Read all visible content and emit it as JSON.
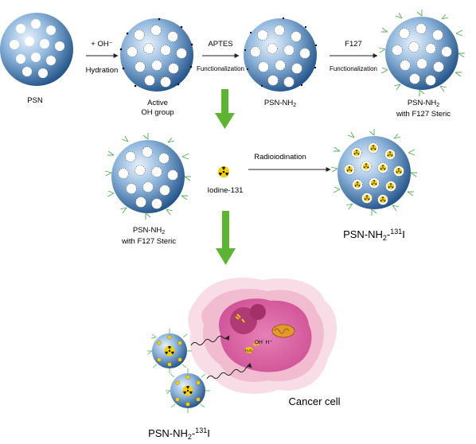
{
  "labels": {
    "psn": "PSN",
    "plus_oh": "+ OH⁻",
    "hydration": "Hydration",
    "active": "Active",
    "oh_group": "OH group",
    "aptes": "APTES",
    "functionalization_1": "Functionalization",
    "psn_nh2_a": "PSN-NH",
    "sub2": "2",
    "f127": "F127",
    "functionalization_2": "Functionalization",
    "psn_nh2_b": "PSN-NH",
    "with_f127_steric": "with F127 Steric",
    "psn_nh2_c": "PSN-NH",
    "with_f127_steric_2": "with F127 Steric",
    "iodine": "Iodine-131",
    "radioiodination": "Radioiodination",
    "product_prefix": "PSN-NH",
    "product_dash": "-",
    "product_sup": "131",
    "product_suffix": "I",
    "cancer_cell": "Cancer cell",
    "oh_h": "OH˙ H⁺",
    "h2o2": "H₂O₂",
    "bottom_prefix": "PSN-NH",
    "bottom_sup": "131",
    "bottom_suffix": "I"
  },
  "colors": {
    "sphere_light": "#d7e8f6",
    "sphere_dark": "#1d4f86",
    "arrow_green": "#5cb531",
    "cell_outer": "#f7d6e0",
    "cell_inner": "#de6aa8",
    "nucleus": "#b03a75",
    "radiation_yellow": "#f5d000"
  }
}
